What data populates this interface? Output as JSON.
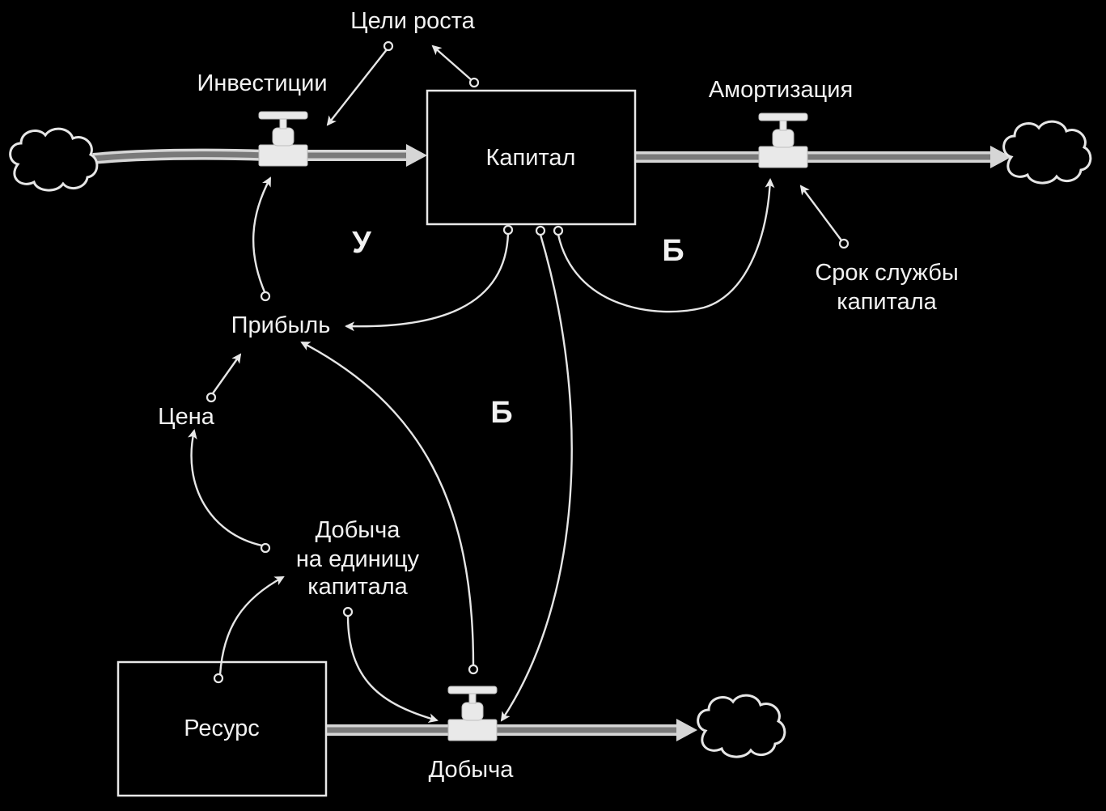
{
  "stocks": {
    "capital": "Капитал",
    "resource": "Ресурс"
  },
  "flows": {
    "investment": "Инвестиции",
    "depreciation": "Амортизация",
    "extraction": "Добыча"
  },
  "variables": {
    "growth_goals": "Цели роста",
    "profit": "Прибыль",
    "price": "Цена",
    "capital_lifetime_line1": "Срок службы",
    "capital_lifetime_line2": "капитала",
    "yield_line1": "Добыча",
    "yield_line2": "на единицу",
    "yield_line3": "капитала"
  },
  "loops": {
    "reinforcing": "У",
    "balancing_depreciation": "Б",
    "balancing_extraction": "Б"
  }
}
